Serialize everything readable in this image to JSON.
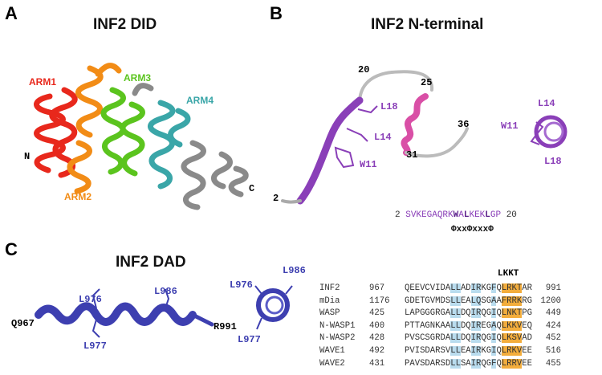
{
  "panels": {
    "a": {
      "letter": "A",
      "title": "INF2 DID",
      "labels": {
        "arm1": "ARM1",
        "arm2": "ARM2",
        "arm3": "ARM3",
        "arm4": "ARM4",
        "n": "N",
        "c": "C"
      }
    },
    "b": {
      "letter": "B",
      "title": "INF2 N-terminal",
      "labels": {
        "r20": "20",
        "r25": "25",
        "r36": "36",
        "r31": "31",
        "r2": "2",
        "l18": "L18",
        "l14": "L14",
        "w11": "W11",
        "end_l14": "L14",
        "end_w11": "W11",
        "end_l18": "L18"
      },
      "sequence": {
        "start": "2",
        "pre": "SVKEGAQRK",
        "w": "W",
        "a": "A",
        "l1": "L",
        "mid": "KEK",
        "l2": "L",
        "gp": "GP",
        "end": "20"
      },
      "motif": "ΦxxΦxxxΦ"
    },
    "c": {
      "letter": "C",
      "title": "INF2 DAD",
      "labels": {
        "l976": "L976",
        "l986": "L986",
        "q967": "Q967",
        "l977": "L977",
        "r991": "R991",
        "end_l976": "L976",
        "end_l986": "L986",
        "end_l977": "L977"
      },
      "motif_label": "LKKT"
    }
  },
  "alignment": [
    {
      "name": "INF2",
      "start": "967",
      "pre": "QEEVCVIDA",
      "b1": "LL",
      "s1": "AD",
      "b2": "IR",
      "s2": "KG",
      "b3": "F",
      "s3": "Q",
      "mot": "LRKT",
      "post": "AR",
      "end": "991"
    },
    {
      "name": "mDia",
      "start": "1176",
      "pre": "GDETGVMDS",
      "b1": "LL",
      "s1": "EA",
      "b2": "LQ",
      "s2": "SG",
      "b3": "A",
      "s3": "A",
      "mot": "FRRK",
      "post": "RG",
      "end": "1200"
    },
    {
      "name": "WASP",
      "start": "425",
      "pre": "LAPGGGRGA",
      "b1": "LL",
      "s1": "DQ",
      "b2": "IR",
      "s2": "QG",
      "b3": "I",
      "s3": "Q",
      "mot": "LNKT",
      "post": "PG",
      "end": "449"
    },
    {
      "name": "N-WASP1",
      "start": "400",
      "pre": "PTTAGNKAA",
      "b1": "LL",
      "s1": "DQ",
      "b2": "IR",
      "s2": "EG",
      "b3": "A",
      "s3": "Q",
      "mot": "LKKV",
      "post": "EQ",
      "end": "424"
    },
    {
      "name": "N-WASP2",
      "start": "428",
      "pre": "PVSCSGRDA",
      "b1": "LL",
      "s1": "DQ",
      "b2": "IR",
      "s2": "QG",
      "b3": "I",
      "s3": "Q",
      "mot": "LKSV",
      "post": "AD",
      "end": "452"
    },
    {
      "name": "WAVE1",
      "start": "492",
      "pre": "PVISDARSV",
      "b1": "LL",
      "s1": "EA",
      "b2": "IR",
      "s2": "KG",
      "b3": "I",
      "s3": "Q",
      "mot": "LRKV",
      "post": "EE",
      "end": "516"
    },
    {
      "name": "WAVE2",
      "start": "431",
      "pre": "PAVSDARSD",
      "b1": "LL",
      "s1": "SA",
      "b2": "IR",
      "s2": "QG",
      "b3": "F",
      "s3": "Q",
      "mot": "LRRV",
      "post": "EE",
      "end": "455"
    }
  ],
  "colors": {
    "arm1": "#e8281c",
    "arm2": "#f28c16",
    "arm3": "#5bc41e",
    "arm4": "#3aa6a8",
    "cterm": "#8a8a8a",
    "purple": "#8a3fb8",
    "pink": "#d94fa6",
    "dad": "#3d3fb0",
    "highlight_blue": "#b9dcee",
    "highlight_orange": "#f3ad3c"
  }
}
